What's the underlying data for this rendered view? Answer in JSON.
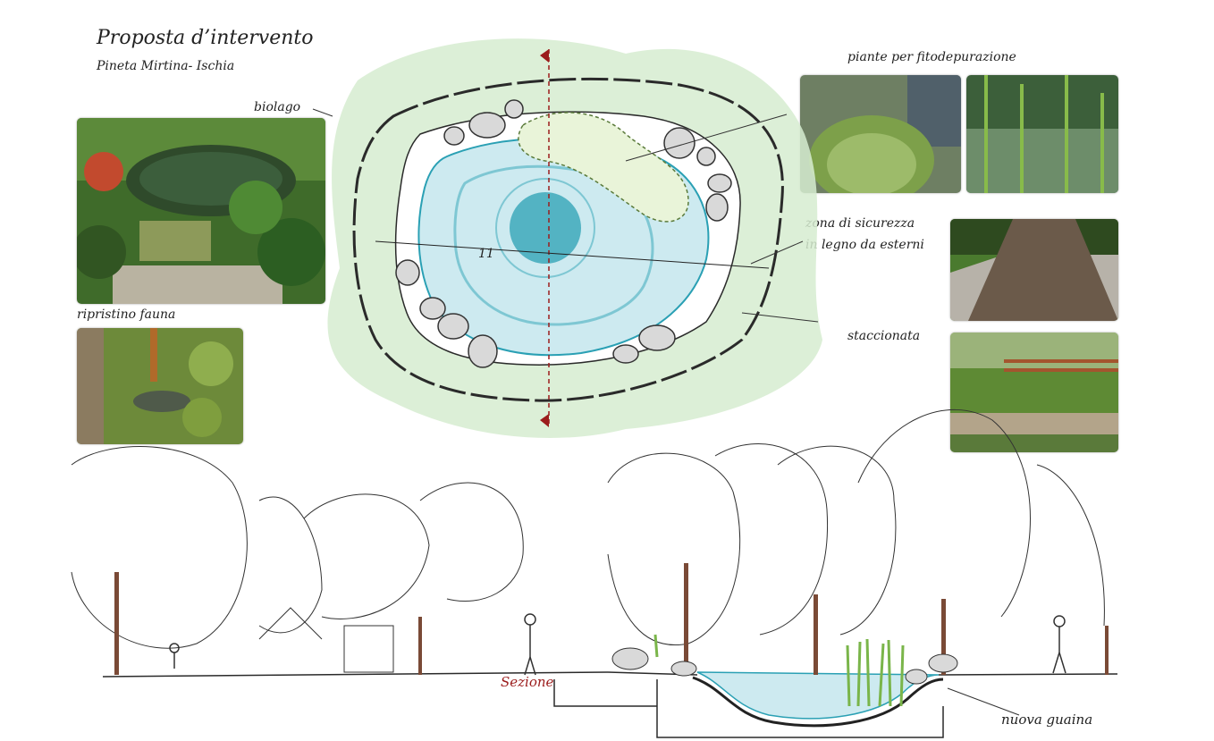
{
  "title": "Proposta d’intervento",
  "subtitle": "Pineta Mirtina- Ischia",
  "labels": {
    "biolago": "biolago",
    "ripristino": "ripristino fauna",
    "piante": "piante per fitodepurazione",
    "zona_line1": "zona di sicurezza",
    "zona_line2": "in legno da esterni",
    "staccionata": "staccionata",
    "sezione": "Sezione",
    "guaina": "nuova guaina",
    "measure": "11"
  },
  "colors": {
    "water_light": "#cdeaf0",
    "water_mid": "#7ec7d3",
    "water_deep": "#2aa0b4",
    "mist_green": "#d6ecd0",
    "section_red": "#9b1c1c",
    "ink": "#2a2a2a"
  }
}
